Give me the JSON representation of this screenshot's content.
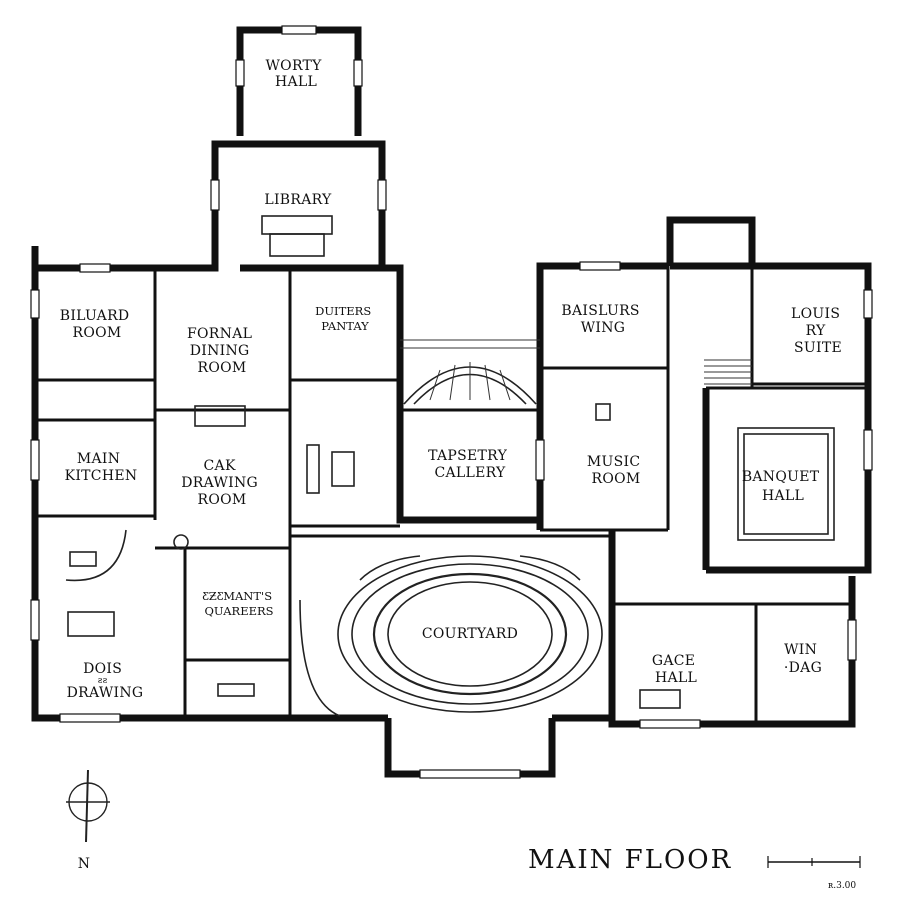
{
  "title": "MAIN FLOOR",
  "scale_note": "ʀ.3.00",
  "north_label": "N",
  "rooms": {
    "worty_hall": [
      "WORTY",
      "HALL"
    ],
    "library": [
      "LIBRARY"
    ],
    "biluard_room": [
      "BILUARD",
      "ROOM"
    ],
    "fornal_dining": [
      "FORNAL",
      "DINING",
      "ROOM"
    ],
    "duiters_pantay": [
      "DUITERS",
      "PANTAY"
    ],
    "baislurs_wing": [
      "BAISLURS",
      "WING"
    ],
    "louis_suite": [
      "LOUIS",
      "RY",
      "SUITE"
    ],
    "main_kitchen": [
      "MAIN",
      "KITCHEN"
    ],
    "cak_drawing": [
      "CAK",
      "DRAWING",
      "ROOM"
    ],
    "tapsetry_gallery": [
      "TAPSETRY",
      "CALLERY"
    ],
    "music_room": [
      "MUSIC",
      "ROOM"
    ],
    "banquet_hall": [
      "BANQUET",
      "HALL"
    ],
    "servants_quarters": [
      "ƸƵƸMANT'S",
      "QUAREERS"
    ],
    "courtyard": [
      "COURTYARD"
    ],
    "gace_hall": [
      "GACE",
      "HALL"
    ],
    "win_dag": [
      "WIN",
      "·DAG"
    ],
    "dois_drawing": [
      "DOIS",
      "ƨƨ",
      "DRAWING"
    ]
  }
}
